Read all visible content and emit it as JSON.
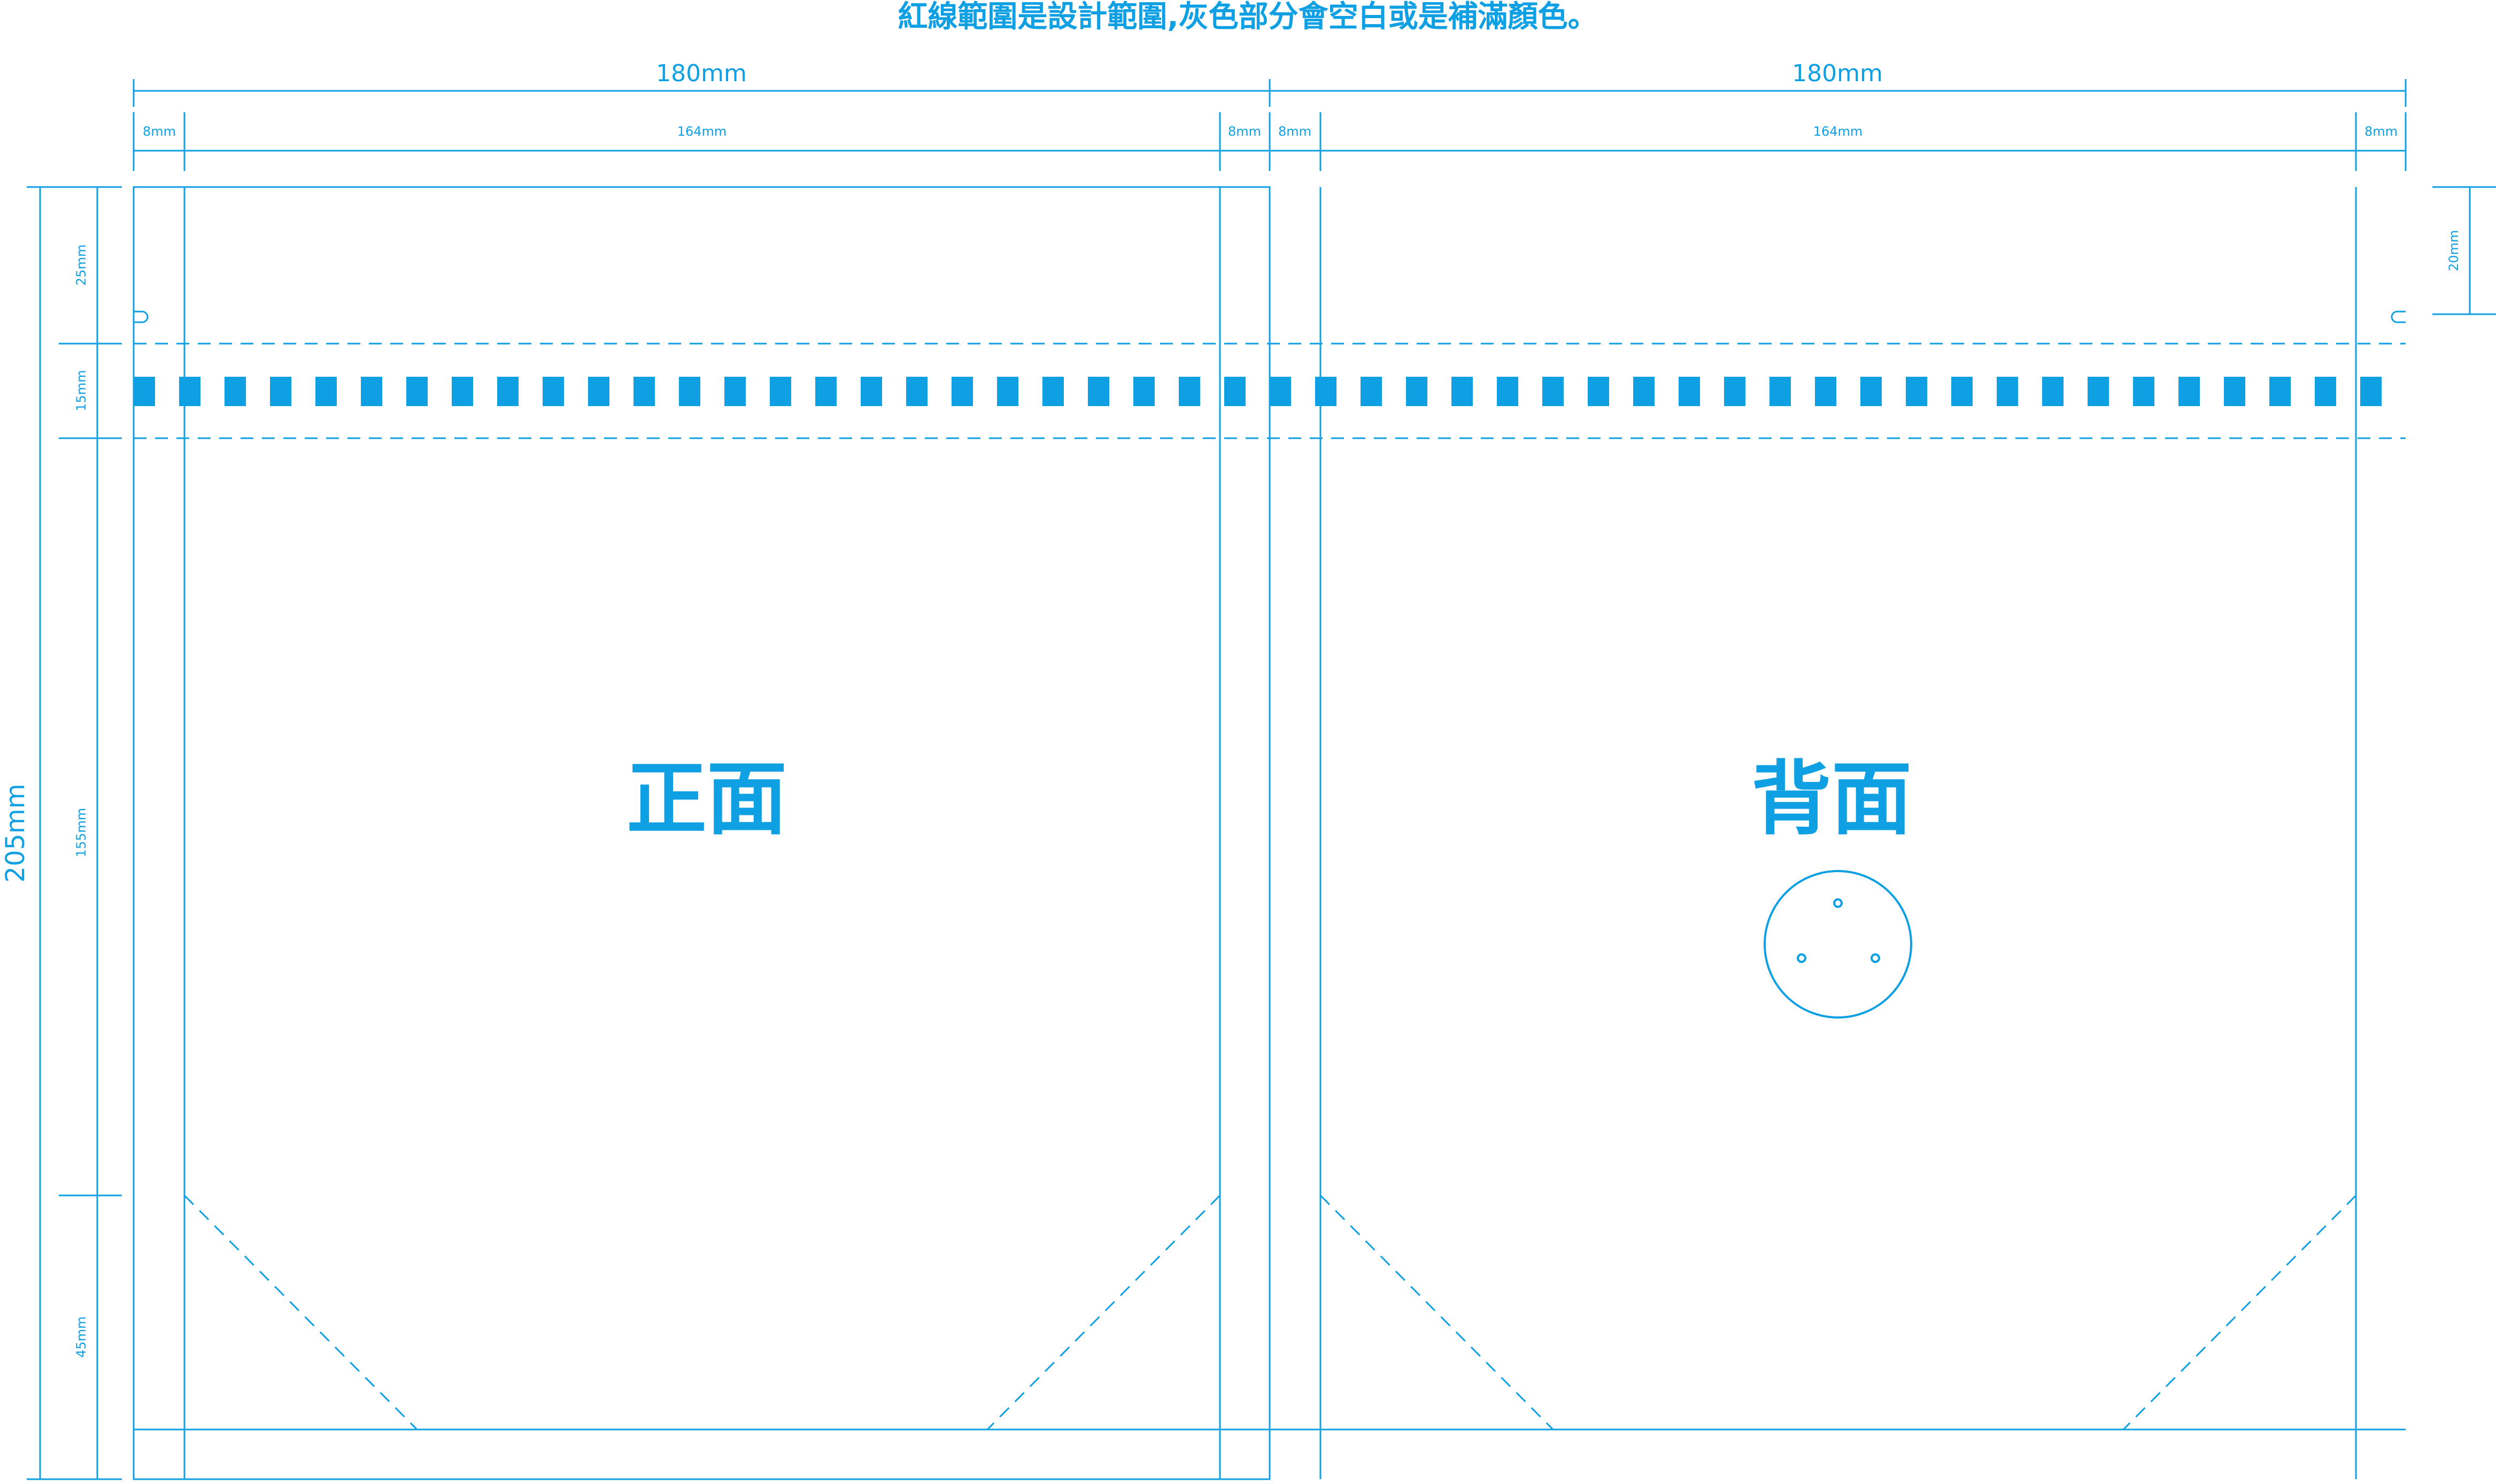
{
  "title": "紅線範圍是設計範圍,灰色部分會空白或是補滿顏色。",
  "accent_color": "#0fa0e4",
  "dims": {
    "panel_width": "180mm",
    "inner_width": "164mm",
    "side_margin": "8mm",
    "total_height": "205mm",
    "top_section": "25mm",
    "zipper_band": "15mm",
    "body_height": "155mm",
    "bottom_gusset": "45mm",
    "right_top_section": "20mm"
  },
  "panels": {
    "front": "正面",
    "back": "背面"
  }
}
